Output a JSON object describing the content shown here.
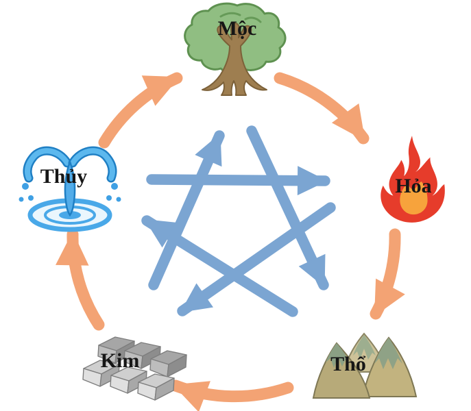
{
  "elements": {
    "wood": {
      "label": "Mộc"
    },
    "fire": {
      "label": "Hỏa"
    },
    "earth": {
      "label": "Thổ"
    },
    "metal": {
      "label": "Kim"
    },
    "water": {
      "label": "Thủy"
    }
  },
  "cycles": {
    "generating": {
      "color": "#F3A374",
      "arrows": [
        {
          "from": "water",
          "to": "wood"
        },
        {
          "from": "wood",
          "to": "fire"
        },
        {
          "from": "fire",
          "to": "earth"
        },
        {
          "from": "earth",
          "to": "metal"
        },
        {
          "from": "metal",
          "to": "water"
        }
      ]
    },
    "overcoming": {
      "color": "#7BA5D2",
      "arrows": [
        {
          "from": "water",
          "to": "fire"
        },
        {
          "from": "wood",
          "to": "earth"
        },
        {
          "from": "earth",
          "to": "water"
        },
        {
          "from": "fire",
          "to": "metal"
        },
        {
          "from": "metal",
          "to": "wood"
        }
      ]
    }
  },
  "background": "#FFFFFF"
}
